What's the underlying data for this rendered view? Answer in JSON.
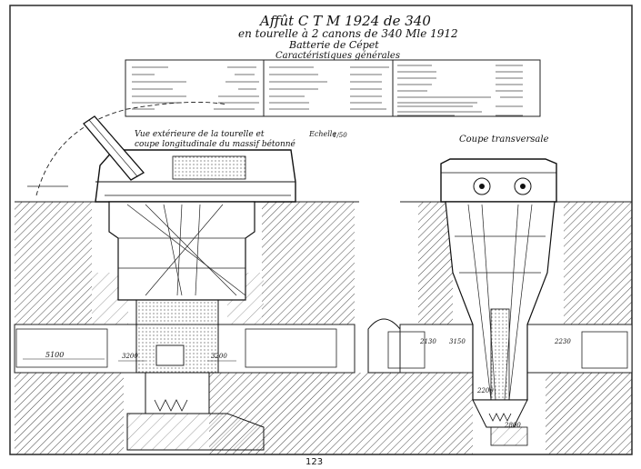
{
  "sheet": {
    "title": "Affût C T M 1924 de 340",
    "subtitle": "en tourelle à 2 canons de 340 Mle 1912",
    "battery": "Batterie de Cépet",
    "characteristics_heading": "Caractéristiques générales"
  },
  "views": {
    "left_label_line1": "Vue extérieure de la tourelle et",
    "left_label_line2": "coupe longitudinale du massif bétonné",
    "right_label": "Coupe transversale",
    "scale_label": "Echelle",
    "scale_value": "1/50"
  },
  "dimensions": {
    "left_lower_a": "5100",
    "left_lower_b": "3200",
    "left_lower_c": "3200",
    "right_lower_a": "2130",
    "right_lower_b": "3150",
    "right_lower_c": "2230",
    "right_lower_d": "2200",
    "right_lower_e": "2800"
  },
  "page": {
    "number": "123"
  },
  "colors": {
    "ink": "#111111",
    "paper": "#ffffff",
    "hatch": "#333333",
    "border": "#2a2a2a"
  }
}
